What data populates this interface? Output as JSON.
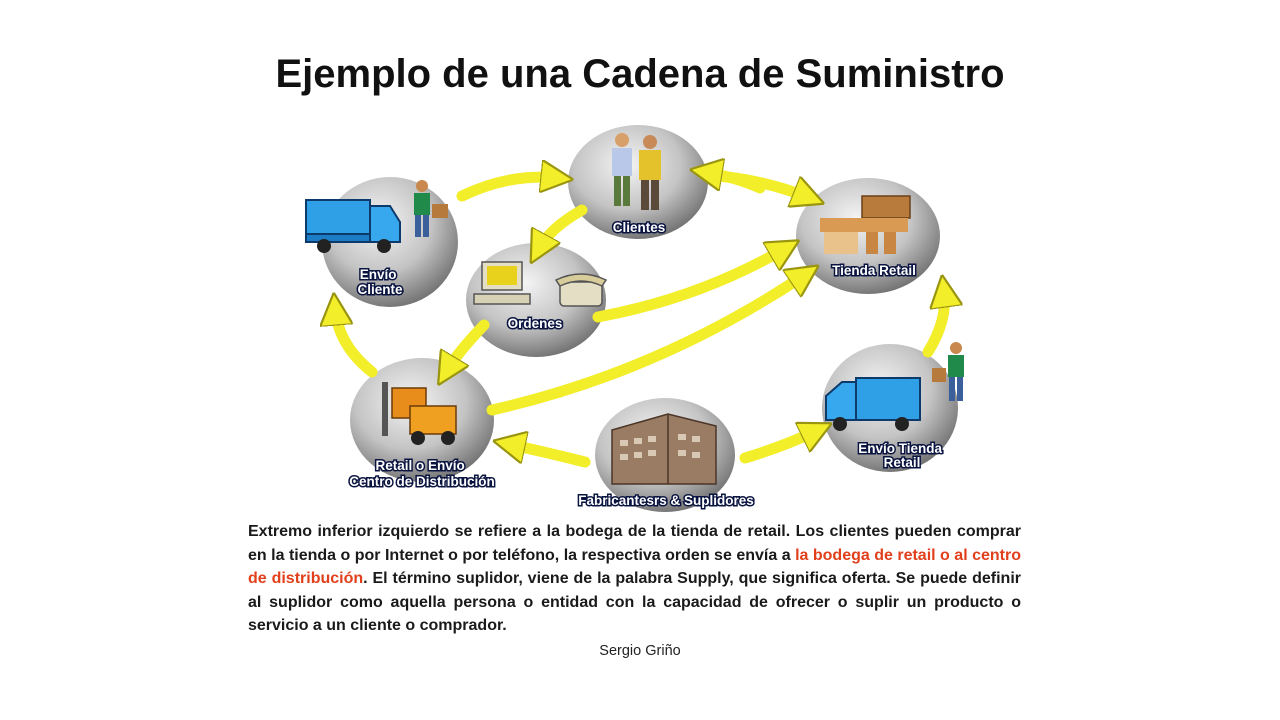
{
  "title": "Ejemplo de una Cadena de Suministro",
  "nodes": {
    "envio_cliente": [
      "Envío",
      "Cliente"
    ],
    "clientes": [
      "Clientes"
    ],
    "tienda_retail": [
      "Tienda Retail"
    ],
    "ordenes": [
      "Ordenes"
    ],
    "retail_envio": [
      "Retail o Envío",
      "Centro de Distribución"
    ],
    "envio_tienda": [
      "Envío Tienda",
      "Retail"
    ],
    "fabricantes": [
      "Fabricantesrs & Suplidores"
    ]
  },
  "description": {
    "part1": "Extremo inferior izquierdo se refiere a la bodega de la tienda de retail. Los clientes pueden comprar en la tienda o por Internet o por teléfono, la respectiva orden se envía a ",
    "highlight": "la bodega de retail o al centro de distribución",
    "part2": ". El término suplidor, viene de la palabra Supply, que significa oferta. Se puede definir al suplidor como aquella persona o entidad con la capacidad de ofrecer o suplir un producto o servicio a un cliente o comprador."
  },
  "author": "Sergio Griño",
  "colors": {
    "arrow": "#f2ee2a",
    "arrow_outline": "#9a9510",
    "label_fill": "#ffffff",
    "label_outline": "#0a1440",
    "highlight": "#e2401c"
  }
}
